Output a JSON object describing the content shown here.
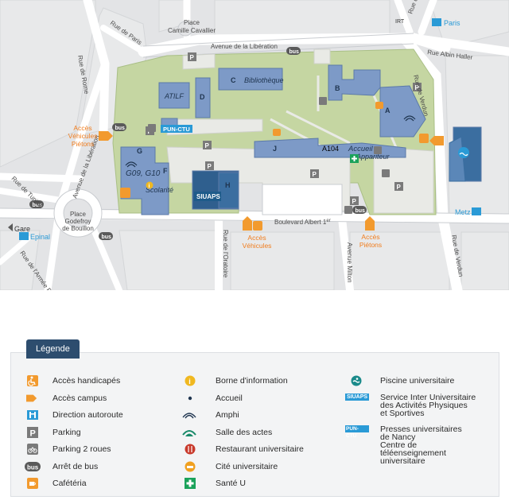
{
  "map": {
    "streets": {
      "avenue_liberation": "Avenue de la Libération",
      "rue_albin_haller": "Rue Albin Haller",
      "rue_de_paris": "Rue de Paris",
      "rue_de_rome": "Rue de Rome",
      "rue_de_tunisie": "Rue de Tunisie",
      "avenue_de_la_liberation": "Avenue de la Libération",
      "rue_de_l_armee_patton": "Rue de l'Armée Patton",
      "boulevard_albert": "Boulevard Albert 1",
      "boulevard_albert_sup": "er",
      "rue_de_l_oratoire": "Rue de l'Oratoire",
      "avenue_milton": "Avenue Milton",
      "rue_de_verdun_top": "Rue de Verdun",
      "rue_de_verdun_bottom": "Rue de Verdun",
      "rue_jacques_callot": "Rue du Doyen Parisot"
    },
    "places": {
      "place_camille": "Place\nCamille Cavallier",
      "place_godefroy": "Place\nGodefroy\nde Bouillon"
    },
    "buildings": {
      "A": "A",
      "B": "B",
      "C": "C",
      "D": "D",
      "F": "F",
      "G": "G",
      "H": "H",
      "J": "J",
      "bibliotheque": "Bibliothèque",
      "atilf": "ATILF",
      "g09_g10": "G09, G10",
      "scolarite": "Scolarité",
      "a104": "A104",
      "accueil": "Accueil",
      "appariteur": "Appariteur",
      "siuaps": "SIUAPS",
      "pun_ctu": "PUN-CTU"
    },
    "access": {
      "acces_vehicules_pietons": "Accès\nVéhicules\nPiétons",
      "acces_vehicules": "Accès\nVéhicules",
      "acces_pietons": "Accès\nPiétons"
    },
    "directions": {
      "paris": "Paris",
      "metz": "Metz",
      "epinal": "Epinal",
      "gare": "Gare",
      "irt": "IRT"
    },
    "icons": {
      "bus": "bus",
      "parking": "P"
    }
  },
  "legend": {
    "title": "Légende",
    "items_col1": [
      {
        "icon": "handicap-access-icon",
        "label": "Accès handicapés"
      },
      {
        "icon": "campus-access-icon",
        "label": "Accès campus"
      },
      {
        "icon": "highway-direction-icon",
        "label": "Direction autoroute"
      },
      {
        "icon": "parking-icon",
        "label": "Parking"
      },
      {
        "icon": "two-wheel-parking-icon",
        "label": "Parking 2 roues"
      },
      {
        "icon": "bus-stop-icon",
        "label": "Arrêt de bus"
      },
      {
        "icon": "cafeteria-icon",
        "label": "Cafétéria"
      }
    ],
    "items_col2": [
      {
        "icon": "information-kiosk-icon",
        "label": "Borne d'information"
      },
      {
        "icon": "reception-icon",
        "label": "Accueil"
      },
      {
        "icon": "amphitheater-icon",
        "label": "Amphi"
      },
      {
        "icon": "ceremony-hall-icon",
        "label": "Salle des actes"
      },
      {
        "icon": "university-restaurant-icon",
        "label": "Restaurant universitaire"
      },
      {
        "icon": "university-residence-icon",
        "label": "Cité universitaire"
      },
      {
        "icon": "health-icon",
        "label": "Santé U"
      }
    ],
    "items_col3": [
      {
        "icon": "swimming-pool-icon",
        "label": "Piscine universitaire"
      },
      {
        "icon": "siuaps-badge-icon",
        "label": "Service Inter Universitaire\ndes Activités Physiques\net Sportives",
        "badge": "SIUAPS"
      },
      {
        "icon": "pun-ctu-badge-icon",
        "label": "Presses universitaires\nde Nancy\nCentre de\ntéléenseignement\nuniversitaire",
        "badge": "PUN-CTU"
      }
    ]
  },
  "colors": {
    "green": "#c5d6a2",
    "building": "#7d9ac7",
    "building_dark": "#2f5f8e",
    "road": "#ffffff",
    "road_edge": "#c9cccf",
    "block": "#e7e8e9",
    "orange": "#f29a2e",
    "blue_badge": "#2a9ad6",
    "bus_grey": "#5a5a5a"
  }
}
